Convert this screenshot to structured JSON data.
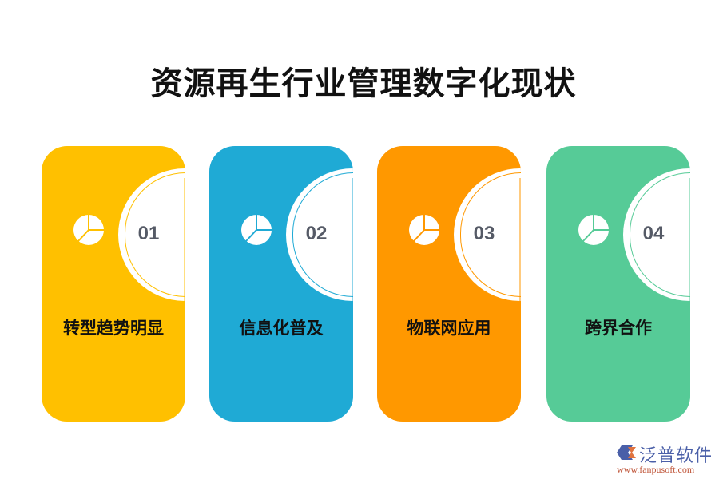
{
  "title": "资源再生行业管理数字化现状",
  "cards": [
    {
      "number": "01",
      "label": "转型趋势明显",
      "color": "#FFC000",
      "icon": "pie-chart-icon"
    },
    {
      "number": "02",
      "label": "信息化普及",
      "color": "#1FAAD5",
      "icon": "pie-chart-icon"
    },
    {
      "number": "03",
      "label": "物联网应用",
      "color": "#FF9800",
      "icon": "pie-chart-icon"
    },
    {
      "number": "04",
      "label": "跨界合作",
      "color": "#56CB97",
      "icon": "pie-chart-icon"
    }
  ],
  "logo": {
    "name": "泛普软件",
    "url": "www.fanpusoft.com"
  }
}
